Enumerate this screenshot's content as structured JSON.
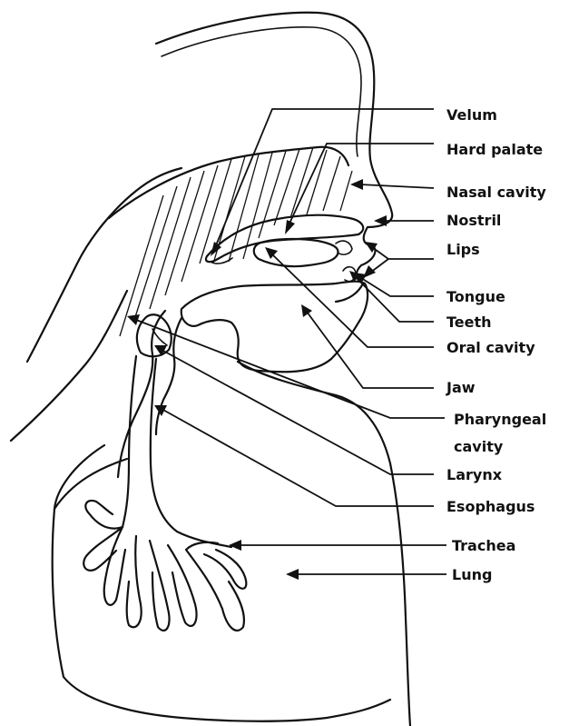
{
  "labels": {
    "velum": "Velum",
    "hard_palate": "Hard palate",
    "nasal_cavity": "Nasal cavity",
    "nostril": "Nostril",
    "lips": "Lips",
    "tongue": "Tongue",
    "teeth": "Teeth",
    "oral_cavity": "Oral cavity",
    "jaw": "Jaw",
    "pharyngeal_line1": "Pharyngeal",
    "pharyngeal_line2": "cavity",
    "larynx": "Larynx",
    "esophagus": "Esophagus",
    "trachea": "Trachea",
    "lung": "Lung"
  },
  "colors": {
    "ink": "#111111",
    "background": "#ffffff"
  }
}
